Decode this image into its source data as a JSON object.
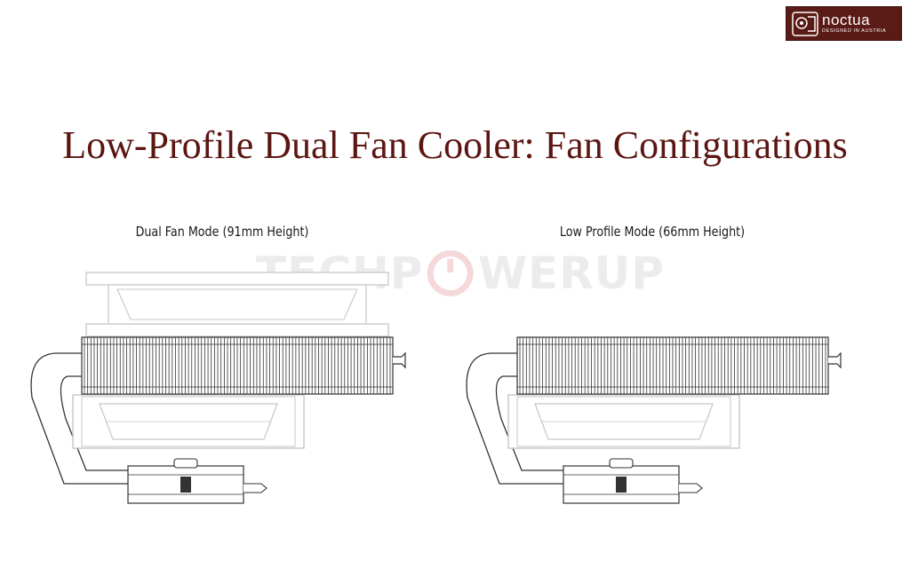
{
  "logo": {
    "name": "noctua",
    "tagline": "DESIGNED IN AUSTRIA",
    "background_color": "#5a1a16"
  },
  "title": "Low-Profile Dual Fan Cooler: Fan Configurations",
  "diagrams": [
    {
      "caption": "Dual Fan Mode (91mm Height)"
    },
    {
      "caption": "Low Profile Mode (66mm Height)"
    }
  ],
  "watermark": {
    "left_text": "TECHP",
    "right_text": "WERUP"
  },
  "colors": {
    "title": "#5c1612",
    "fan_outline": "#c9c5c5",
    "fin_stroke": "#333333",
    "watermark_accent": "#e8a9ad"
  }
}
